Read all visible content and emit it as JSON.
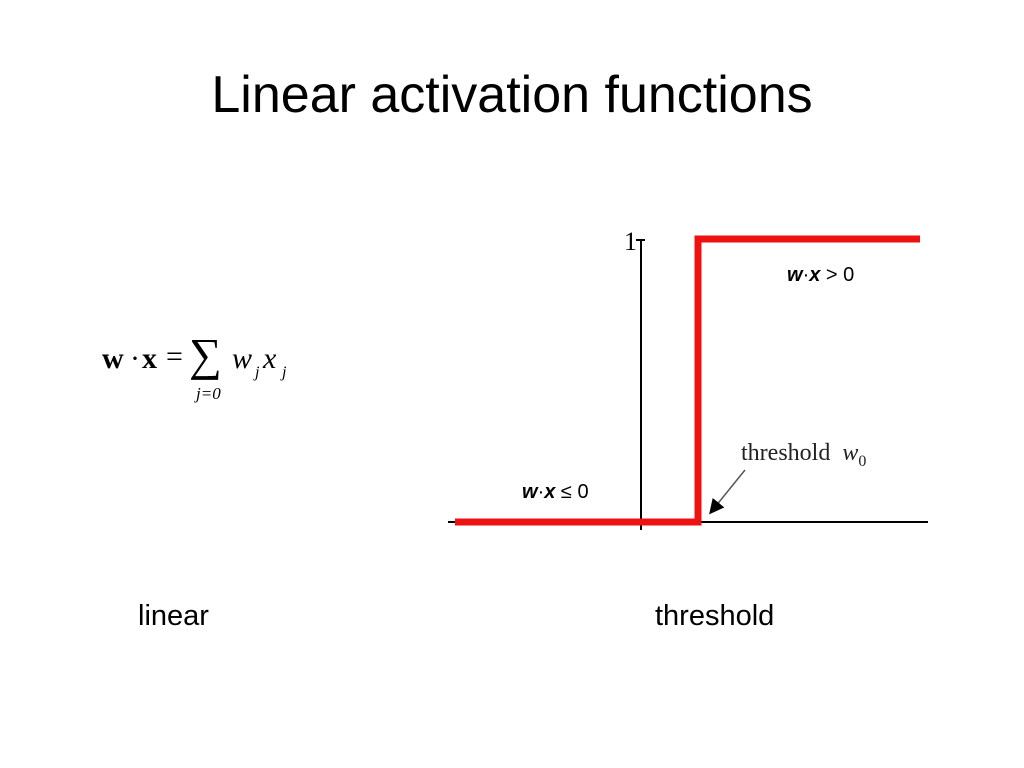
{
  "slide": {
    "title": "Linear activation functions"
  },
  "formula": {
    "lhs_w": "w",
    "dot": "·",
    "lhs_x": "x",
    "equals": "=",
    "sum_symbol": "∑",
    "sum_index": "j=0",
    "term_w": "w",
    "term_w_sub": "j",
    "term_x": "x",
    "term_x_sub": "j"
  },
  "captions": {
    "left": "linear",
    "right": "threshold"
  },
  "plot": {
    "y_tick_label": "1",
    "upper_region_w": "w",
    "upper_region_dot": "·",
    "upper_region_x": "x",
    "upper_region_rest": " > 0",
    "lower_region_w": "w",
    "lower_region_dot": "·",
    "lower_region_x": "x",
    "lower_region_rest": " ≤ 0",
    "threshold_label": "threshold",
    "threshold_var": "w",
    "threshold_var_sub": "0",
    "step_color": "#ee1111",
    "axis_color": "#000000"
  }
}
